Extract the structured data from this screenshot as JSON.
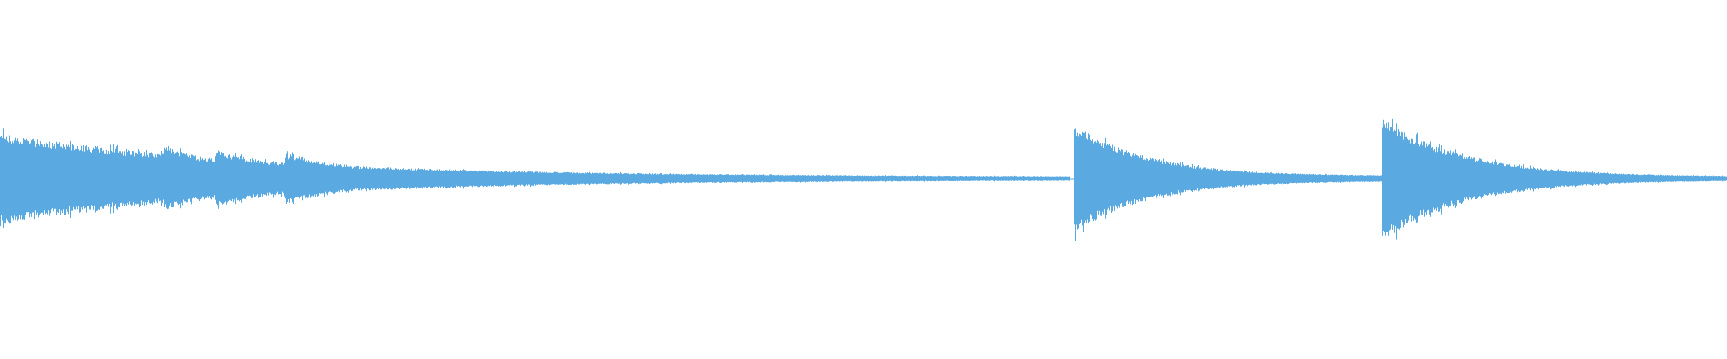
{
  "waveform": {
    "color": "#5aa9e0",
    "background": "#ffffff",
    "segments": [
      {
        "name": "segment-1",
        "start": 0.0,
        "end": 0.62,
        "initial_amplitude": 0.52,
        "release_tail": 0.02,
        "secondary_attacks": [
          {
            "at": 0.095,
            "amplitude": 0.38
          },
          {
            "at": 0.125,
            "amplitude": 0.34
          },
          {
            "at": 0.165,
            "amplitude": 0.3
          }
        ]
      },
      {
        "name": "segment-2",
        "start": 0.622,
        "end": 0.8,
        "initial_amplitude": 0.62,
        "release_tail": 0.03
      },
      {
        "name": "segment-3",
        "start": 0.8,
        "end": 1.0,
        "initial_amplitude": 0.72,
        "release_tail": 0.02
      }
    ]
  }
}
